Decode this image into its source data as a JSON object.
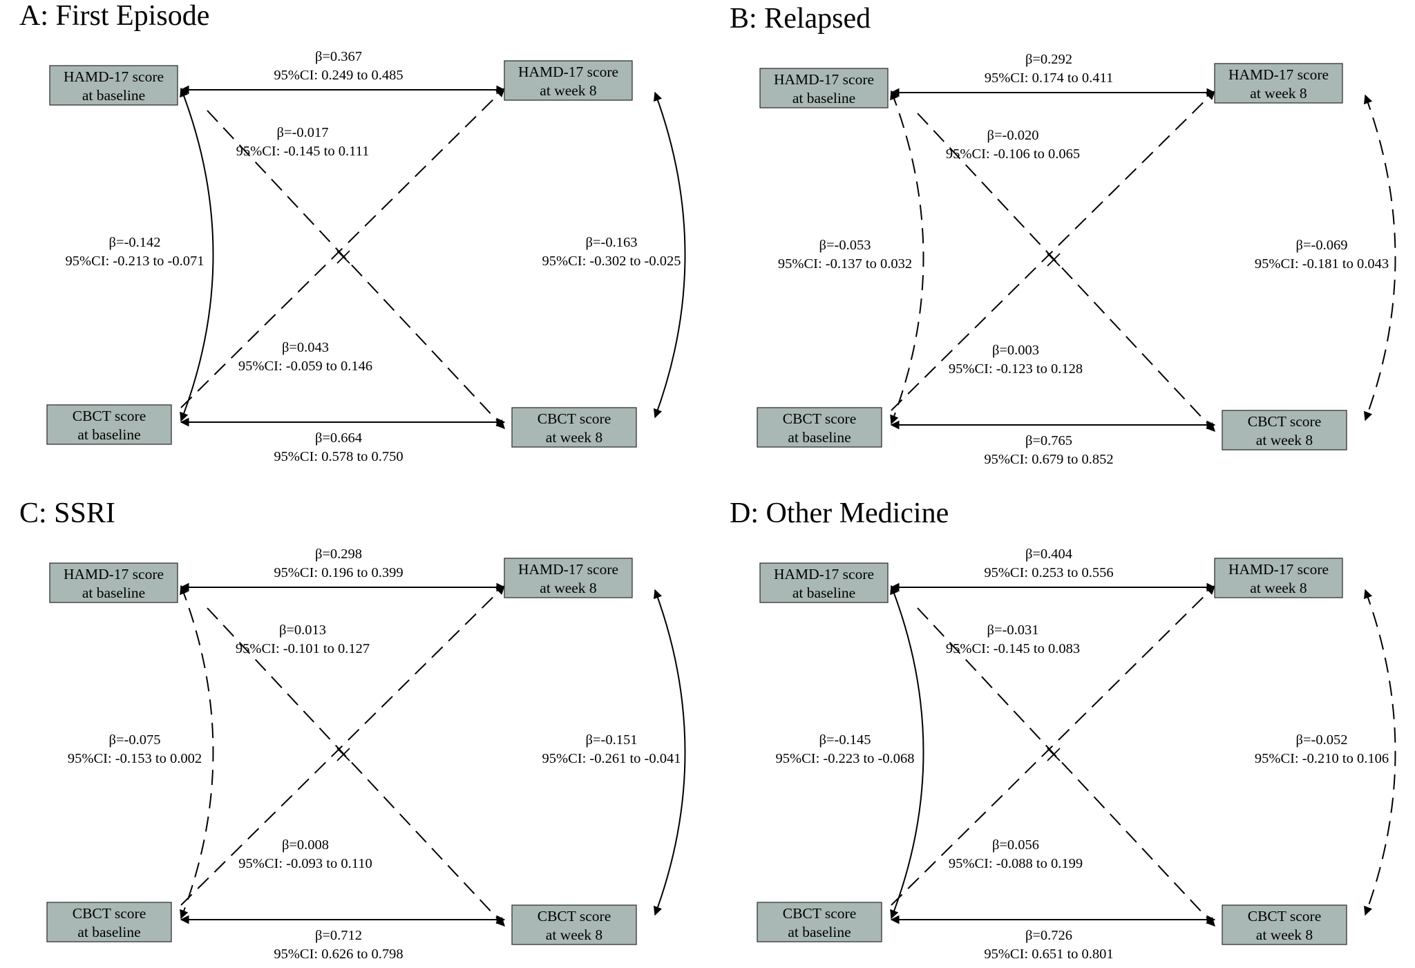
{
  "panels": [
    {
      "title": "A: First Episode",
      "boxes": {
        "hamd_baseline": [
          "HAMD-17 score",
          "at baseline"
        ],
        "hamd_week8": [
          "HAMD-17 score",
          "at week 8"
        ],
        "cbct_baseline": [
          "CBCT score",
          "at baseline"
        ],
        "cbct_week8": [
          "CBCT score",
          "at week 8"
        ]
      },
      "paths": {
        "top": {
          "beta": "β=0.367",
          "ci": "95%CI:  0.249 to 0.485",
          "significant": true
        },
        "bottom": {
          "beta": "β=0.664",
          "ci": "95%CI:  0.578 to 0.750",
          "significant": true
        },
        "cross_upper": {
          "beta": "β=-0.017",
          "ci": "95%CI:  -0.145 to 0.111",
          "significant": false
        },
        "cross_lower": {
          "beta": "β=0.043",
          "ci": "95%CI:  -0.059 to 0.146",
          "significant": false
        },
        "left": {
          "beta": "β=-0.142",
          "ci": "95%CI:  -0.213 to -0.071",
          "significant": true
        },
        "right": {
          "beta": "β=-0.163",
          "ci": "95%CI:  -0.302 to -0.025",
          "significant": true
        }
      }
    },
    {
      "title": "B: Relapsed",
      "boxes": {
        "hamd_baseline": [
          "HAMD-17 score",
          "at baseline"
        ],
        "hamd_week8": [
          "HAMD-17 score",
          "at week 8"
        ],
        "cbct_baseline": [
          "CBCT score",
          "at baseline"
        ],
        "cbct_week8": [
          "CBCT score",
          "at week 8"
        ]
      },
      "paths": {
        "top": {
          "beta": "β=0.292",
          "ci": "95%CI:  0.174 to 0.411",
          "significant": true
        },
        "bottom": {
          "beta": "β=0.765",
          "ci": "95%CI:  0.679 to 0.852",
          "significant": true
        },
        "cross_upper": {
          "beta": "β=-0.020",
          "ci": "95%CI:  -0.106 to 0.065",
          "significant": false
        },
        "cross_lower": {
          "beta": "β=0.003",
          "ci": "95%CI:  -0.123 to 0.128",
          "significant": false
        },
        "left": {
          "beta": "β=-0.053",
          "ci": "95%CI:  -0.137 to 0.032",
          "significant": false
        },
        "right": {
          "beta": "β=-0.069",
          "ci": "95%CI:  -0.181 to 0.043",
          "significant": false
        }
      }
    },
    {
      "title": "C:  SSRI",
      "boxes": {
        "hamd_baseline": [
          "HAMD-17 score",
          "at baseline"
        ],
        "hamd_week8": [
          "HAMD-17 score",
          "at week 8"
        ],
        "cbct_baseline": [
          "CBCT score",
          "at baseline"
        ],
        "cbct_week8": [
          "CBCT score",
          "at week 8"
        ]
      },
      "paths": {
        "top": {
          "beta": "β=0.298",
          "ci": "95%CI:  0.196 to 0.399",
          "significant": true
        },
        "bottom": {
          "beta": "β=0.712",
          "ci": "95%CI:  0.626 to 0.798",
          "significant": true
        },
        "cross_upper": {
          "beta": "β=0.013",
          "ci": "95%CI:  -0.101 to 0.127",
          "significant": false
        },
        "cross_lower": {
          "beta": "β=0.008",
          "ci": "95%CI:  -0.093 to 0.110",
          "significant": false
        },
        "left": {
          "beta": "β=-0.075",
          "ci": "95%CI:  -0.153 to 0.002",
          "significant": false
        },
        "right": {
          "beta": "β=-0.151",
          "ci": "95%CI:  -0.261 to -0.041",
          "significant": true
        }
      }
    },
    {
      "title": "D:  Other Medicine",
      "boxes": {
        "hamd_baseline": [
          "HAMD-17 score",
          "at baseline"
        ],
        "hamd_week8": [
          "HAMD-17 score",
          "at week 8"
        ],
        "cbct_baseline": [
          "CBCT score",
          "at baseline"
        ],
        "cbct_week8": [
          "CBCT score",
          "at week 8"
        ]
      },
      "paths": {
        "top": {
          "beta": "β=0.404",
          "ci": "95%CI:  0.253 to 0.556",
          "significant": true
        },
        "bottom": {
          "beta": "β=0.726",
          "ci": "95%CI:  0.651 to 0.801",
          "significant": true
        },
        "cross_upper": {
          "beta": "β=-0.031",
          "ci": "95%CI:  -0.145 to 0.083",
          "significant": false
        },
        "cross_lower": {
          "beta": "β=0.056",
          "ci": "95%CI:  -0.088 to 0.199",
          "significant": false
        },
        "left": {
          "beta": "β=-0.145",
          "ci": "95%CI:  -0.223 to -0.068",
          "significant": true
        },
        "right": {
          "beta": "β=-0.052",
          "ci": "95%CI:  -0.210 to 0.106",
          "significant": false
        }
      }
    }
  ]
}
